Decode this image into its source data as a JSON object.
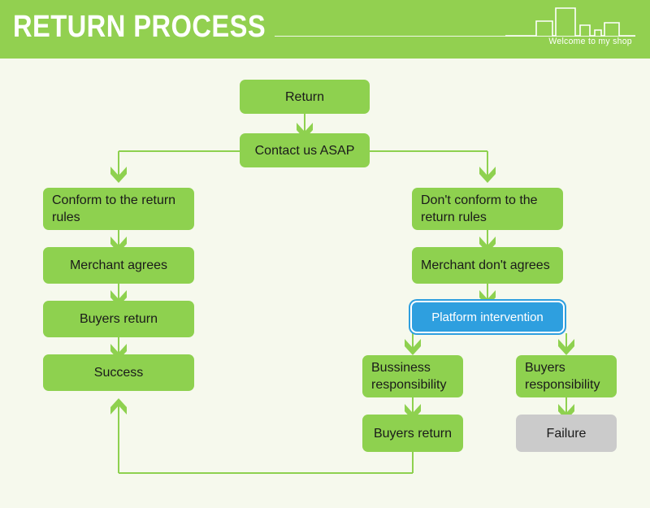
{
  "header": {
    "title": "RETURN PROCESS",
    "subtitle": "Welcome to my shop",
    "bg_color": "#92d050",
    "text_color": "#ffffff",
    "skyline_icon": "city-skyline-icon"
  },
  "theme": {
    "page_background": "#f6f9ed",
    "node_green": "#8ed14f",
    "node_gray": "#cbcbcb",
    "node_blue": "#2e9fdf",
    "connector_green": "#8ed14f",
    "node_text": "#1a1a1a",
    "blue_node_text": "#ffffff"
  },
  "flowchart": {
    "type": "flowchart",
    "title": "Return Process",
    "nodes": [
      {
        "id": "return",
        "label": "Return",
        "style": "green",
        "align": "center"
      },
      {
        "id": "contact",
        "label": "Contact us ASAP",
        "style": "green",
        "align": "center"
      },
      {
        "id": "conform",
        "label": "Conform to the return rules",
        "style": "green",
        "align": "left"
      },
      {
        "id": "merchant-agrees",
        "label": "Merchant agrees",
        "style": "green",
        "align": "center"
      },
      {
        "id": "buyers-return-left",
        "label": "Buyers return",
        "style": "green",
        "align": "center"
      },
      {
        "id": "success",
        "label": "Success",
        "style": "green",
        "align": "center"
      },
      {
        "id": "not-conform",
        "label": "Don't conform to the return rules",
        "style": "green",
        "align": "left"
      },
      {
        "id": "merchant-disagrees",
        "label": "Merchant don't agrees",
        "style": "green",
        "align": "left"
      },
      {
        "id": "platform",
        "label": "Platform intervention",
        "style": "blue",
        "align": "center"
      },
      {
        "id": "business-resp",
        "label": "Bussiness responsibility",
        "style": "green",
        "align": "left"
      },
      {
        "id": "buyers-resp",
        "label": "Buyers responsibility",
        "style": "green",
        "align": "left"
      },
      {
        "id": "buyers-return-right",
        "label": "Buyers return",
        "style": "green",
        "align": "center"
      },
      {
        "id": "failure",
        "label": "Failure",
        "style": "gray",
        "align": "center"
      }
    ],
    "edges": [
      {
        "from": "return",
        "to": "contact"
      },
      {
        "from": "contact",
        "to": "conform"
      },
      {
        "from": "contact",
        "to": "not-conform"
      },
      {
        "from": "conform",
        "to": "merchant-agrees"
      },
      {
        "from": "merchant-agrees",
        "to": "buyers-return-left"
      },
      {
        "from": "buyers-return-left",
        "to": "success"
      },
      {
        "from": "not-conform",
        "to": "merchant-disagrees"
      },
      {
        "from": "merchant-disagrees",
        "to": "platform"
      },
      {
        "from": "platform",
        "to": "business-resp"
      },
      {
        "from": "platform",
        "to": "buyers-resp"
      },
      {
        "from": "business-resp",
        "to": "buyers-return-right"
      },
      {
        "from": "buyers-resp",
        "to": "failure"
      },
      {
        "from": "buyers-return-right",
        "to": "success"
      }
    ]
  }
}
